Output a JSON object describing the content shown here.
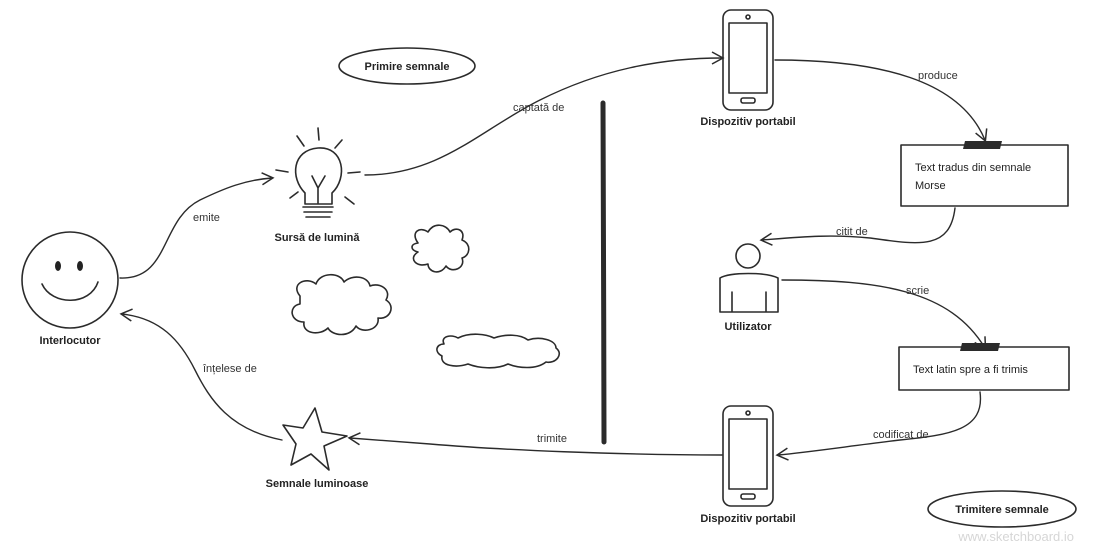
{
  "nodes": {
    "interlocutor": "Interlocutor",
    "light_source": "Sursă de lumină",
    "light_signals": "Semnale luminoase",
    "device_top": "Dispozitiv portabil",
    "device_bottom": "Dispozitiv portabil",
    "user": "Utilizator",
    "translated_text_line1": "Text tradus din semnale",
    "translated_text_line2": "Morse",
    "latin_text": "Text latin spre a fi trimis"
  },
  "edges": {
    "emits": "emite",
    "captured_by": "captată de",
    "produces": "produce",
    "read_by": "citit de",
    "writes": "scrie",
    "encoded_by": "codificat de",
    "sends": "trimite",
    "understood_by": "înțelese de"
  },
  "section_labels": {
    "receive": "Primire semnale",
    "send": "Trimitere semnale"
  },
  "watermark": "www.sketchboard.io"
}
